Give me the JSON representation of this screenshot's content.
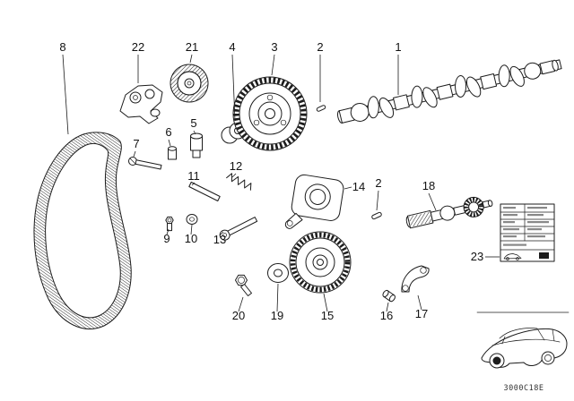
{
  "callouts": [
    {
      "label": "8"
    },
    {
      "label": "22"
    },
    {
      "label": "21"
    },
    {
      "label": "4"
    },
    {
      "label": "3"
    },
    {
      "label": "2"
    },
    {
      "label": "1"
    },
    {
      "label": "7"
    },
    {
      "label": "6"
    },
    {
      "label": "5"
    },
    {
      "label": "11"
    },
    {
      "label": "12"
    },
    {
      "label": "14"
    },
    {
      "label": "2"
    },
    {
      "label": "18"
    },
    {
      "label": "9"
    },
    {
      "label": "10"
    },
    {
      "label": "13"
    },
    {
      "label": "15"
    },
    {
      "label": "16"
    },
    {
      "label": "17"
    },
    {
      "label": "20"
    },
    {
      "label": "19"
    },
    {
      "label": "23"
    }
  ],
  "footer": {
    "drawing_code": "3000C18E"
  },
  "colors": {
    "line": "#1c1c1c",
    "background": "#ffffff"
  }
}
